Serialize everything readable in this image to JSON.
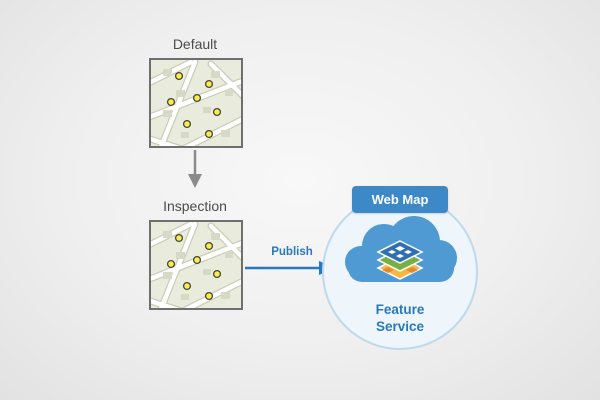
{
  "labels": {
    "default": "Default",
    "inspection": "Inspection",
    "publish": "Publish",
    "web_map": "Web Map",
    "feature_service": "Feature Service"
  },
  "colors": {
    "accent_blue": "#2878bf",
    "badge_blue": "#3d88c7",
    "cloud_blue": "#4f9ad2",
    "circle_fill": "#eef5fb",
    "circle_border": "#bdd9ee",
    "arrow_gray": "#8a8a8a",
    "map_background": "#e9ecdc",
    "point_yellow": "#f9ed4e",
    "layer_top_blue": "#2f6fb2",
    "layer_middle_green": "#76b043",
    "layer_bottom_orange": "#f5b942"
  }
}
